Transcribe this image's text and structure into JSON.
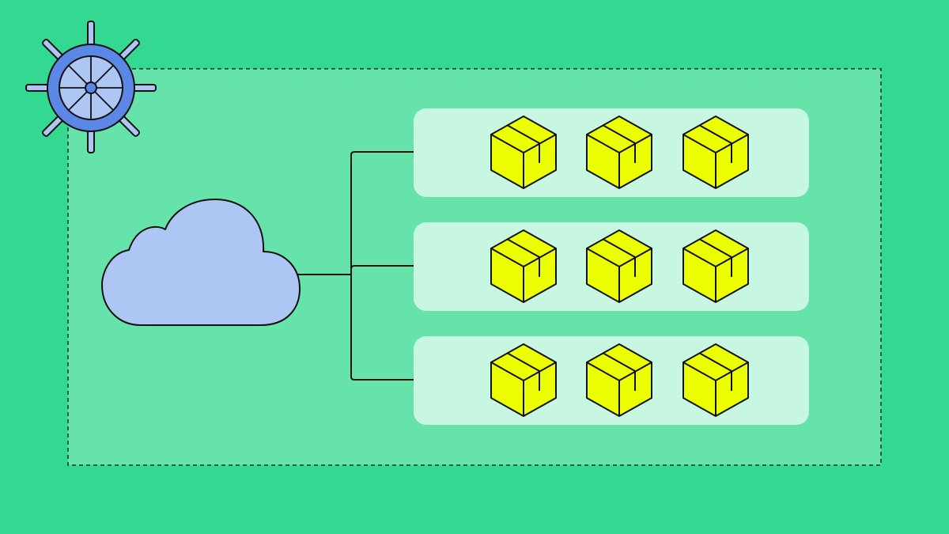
{
  "colors": {
    "background": "#33d990",
    "cluster_fill": "#66e3ab",
    "cluster_border": "#111111",
    "node_fill": "#c8f7e1",
    "cloud_fill": "#aec6f3",
    "box_fill": "#ebff00",
    "wheel_outer": "#5b87e6",
    "wheel_inner": "#aec6f3",
    "line": "#111111"
  },
  "icons": {
    "logo": "ship-wheel-icon",
    "source": "cloud-icon",
    "item": "package-box-icon"
  },
  "diagram": {
    "nodes": [
      {
        "boxes": 3
      },
      {
        "boxes": 3
      },
      {
        "boxes": 3
      }
    ]
  }
}
